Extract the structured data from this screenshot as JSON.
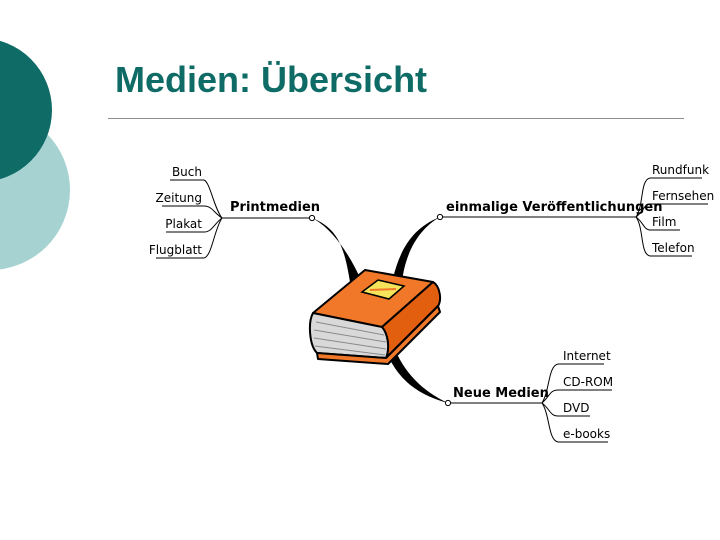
{
  "title": "Medien: Übersicht",
  "colors": {
    "title": "#0f6b66",
    "deco_dark": "#0f6b66",
    "deco_light": "#a6d3d2",
    "book_cover": "#f07828",
    "book_pages": "#d9d9d9"
  },
  "mindmap": {
    "center_icon": "book-icon",
    "branches": [
      {
        "id": "printmedien",
        "label": "Printmedien",
        "items": [
          "Buch",
          "Zeitung",
          "Plakat",
          "Flugblatt"
        ]
      },
      {
        "id": "einmalige",
        "label": "einmalige Veröffentlichungen",
        "items": [
          "Rundfunk",
          "Fernsehen",
          "Film",
          "Telefon"
        ]
      },
      {
        "id": "neue",
        "label": "Neue Medien",
        "items": [
          "Internet",
          "CD-ROM",
          "DVD",
          "e-books"
        ]
      }
    ]
  }
}
